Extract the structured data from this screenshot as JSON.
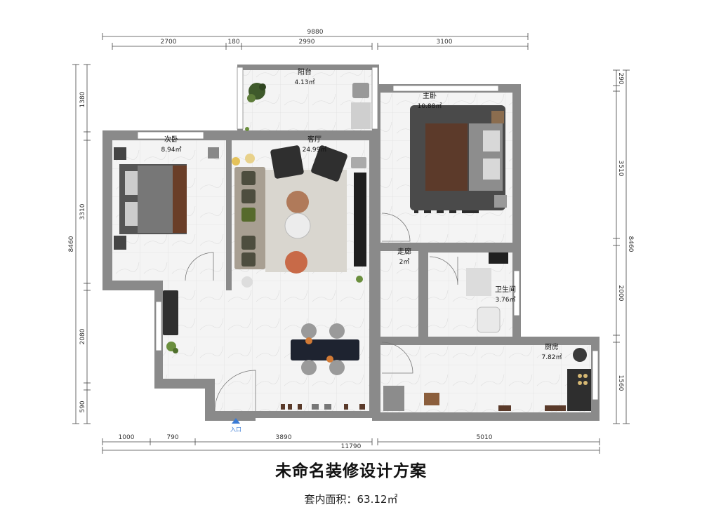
{
  "dimensions": {
    "top_total": "9880",
    "top_segments": [
      "2700",
      "180",
      "2990",
      "3100"
    ],
    "bottom_total": "11790",
    "bottom_segments": [
      "1000",
      "790",
      "3890",
      "5010"
    ],
    "left_total": "8460",
    "left_segments": [
      "1380",
      "3310",
      "2080",
      "590"
    ],
    "right_total": "8460",
    "right_segments": [
      "290",
      "3510",
      "2000",
      "1560"
    ]
  },
  "rooms": {
    "balcony": {
      "name": "阳台",
      "area": "4.13㎡"
    },
    "master_bedroom": {
      "name": "主卧",
      "area": "10.88㎡"
    },
    "second_bedroom": {
      "name": "次卧",
      "area": "8.94㎡"
    },
    "living_room": {
      "name": "客厅",
      "area": "24.99㎡"
    },
    "corridor": {
      "name": "走廊",
      "area": "2㎡"
    },
    "bathroom": {
      "name": "卫生间",
      "area": "3.76㎡"
    },
    "kitchen": {
      "name": "厨房",
      "area": "7.82㎡"
    }
  },
  "entrance_label": "入口",
  "title": "未命名装修设计方案",
  "subtitle": "套内面积：63.12㎡",
  "colors": {
    "wall": "#8a8a8a",
    "floor": "#f3f3f3",
    "accent_entrance": "#3a7bd5"
  }
}
